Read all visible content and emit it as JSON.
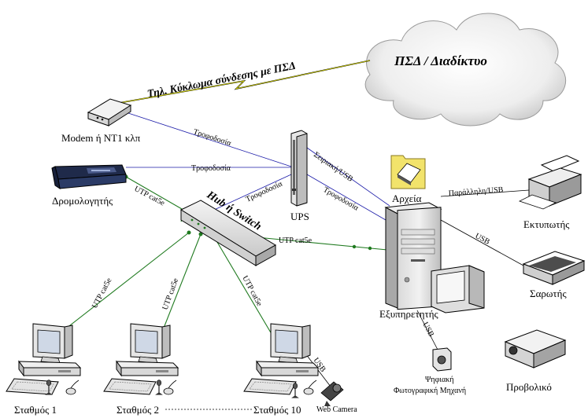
{
  "cloud": {
    "label": "ΠΣΔ / Διαδίκτυο"
  },
  "leased_line": {
    "label": "Τηλ. Κύκλωμα σύνδεσης με ΠΣΔ"
  },
  "modem": {
    "label": "Modem ή NT1 κλπ"
  },
  "router": {
    "label": "Δρομολογητής"
  },
  "hub": {
    "label": "Hub ή Switch"
  },
  "ups": {
    "label": "UPS"
  },
  "files": {
    "label": "Αρχεία"
  },
  "server": {
    "label": "Εξυπηρετητής"
  },
  "printer": {
    "label": "Εκτυπωτής"
  },
  "scanner": {
    "label": "Σαρωτής"
  },
  "projector": {
    "label": "Προβολικό"
  },
  "camera": {
    "label_line1": "Ψηφιακή",
    "label_line2": "Φωτογραφική Μηχανή"
  },
  "webcam": {
    "label": "Web Camera"
  },
  "stations": [
    {
      "label": "Σταθμός 1"
    },
    {
      "label": "Σταθμός 2"
    },
    {
      "label": "Σταθμός 10"
    }
  ],
  "cables": {
    "power_modem": "Τροφοδοσία",
    "power_router": "Τροφοδοσία",
    "power_hub": "Τροφοδοσία",
    "power_server": "Τροφοδοσία",
    "serial_usb": "Σειριακή/USB",
    "parallel_usb": "Παράλληλη/USB",
    "usb_scanner": "USB",
    "usb_camera": "USB",
    "usb_webcam": "USB",
    "utp_router": "UTP cat5e",
    "utp_server": "UTP cat5e",
    "utp_st1": "UTP cat5e",
    "utp_st2": "UTP cat5e",
    "utp_st10": "UTP cat5e"
  },
  "colors": {
    "power": "#1a1aa8",
    "utp": "#1f7a1f",
    "line": "#000000",
    "lightning": "#e6e600"
  }
}
